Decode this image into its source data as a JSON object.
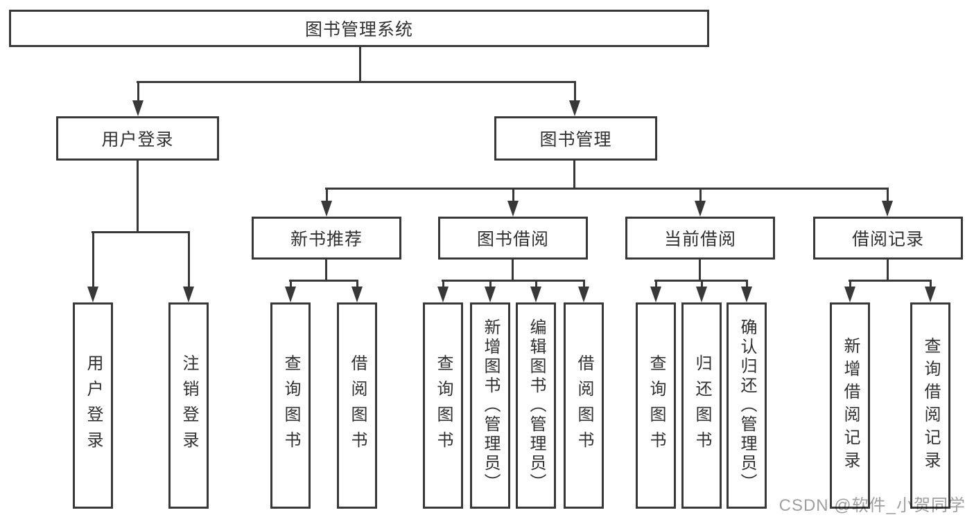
{
  "diagram": {
    "root": "图书管理系统",
    "level2": [
      "用户登录",
      "图书管理"
    ],
    "level3": [
      "新书推荐",
      "图书借阅",
      "当前借阅",
      "借阅记录"
    ],
    "leaves": {
      "user_login": [
        "用户登录",
        "注销登录"
      ],
      "new_book": [
        "查询图书",
        "借阅图书"
      ],
      "book_borrow": [
        "查询图书",
        "新增图书（管理员）",
        "编辑图书（管理员）",
        "借阅图书"
      ],
      "current_borrow": [
        "查询图书",
        "归还图书",
        "确认归还（管理员）"
      ],
      "borrow_record": [
        "新增借阅记录",
        "查询借阅记录"
      ]
    }
  },
  "watermark": "CSDN @软件_小贺同学",
  "colors": {
    "line": "#383838",
    "text": "#303030",
    "watermark": "#9f9f9f",
    "background": "#ffffff",
    "node_fill": "#ffffff"
  }
}
